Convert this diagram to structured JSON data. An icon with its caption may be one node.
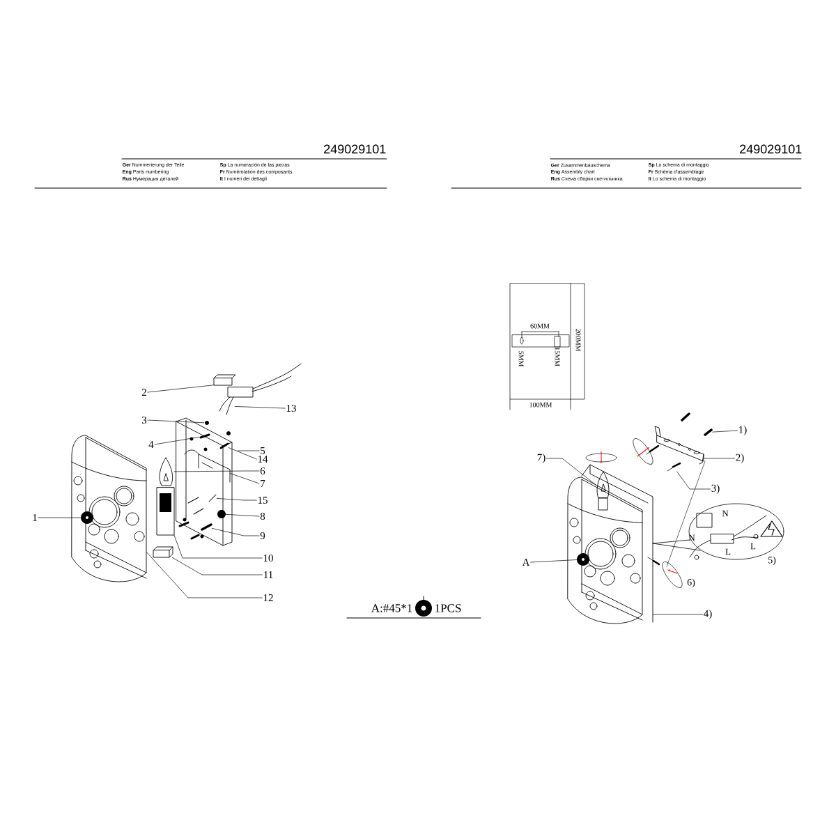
{
  "diagram": {
    "nodes": [
      {
        "text": [
          "1"
        ]
      },
      {
        "text": [
          "2"
        ]
      },
      {
        "text": [
          "3"
        ]
      },
      {
        "text": [
          "4"
        ]
      },
      {
        "text": [
          "5"
        ]
      },
      {
        "text": [
          "6"
        ]
      },
      {
        "text": [
          "7"
        ]
      },
      {
        "text": [
          "8"
        ]
      },
      {
        "text": [
          "9"
        ]
      },
      {
        "text": [
          "10"
        ]
      },
      {
        "text": [
          "11"
        ]
      },
      {
        "text": [
          "12"
        ]
      },
      {
        "text": [
          "13"
        ]
      },
      {
        "text": [
          "14"
        ]
      },
      {
        "text": [
          "15"
        ]
      },
      {
        "text": [
          "1)"
        ]
      },
      {
        "text": [
          "2)"
        ]
      },
      {
        "text": [
          "3)"
        ]
      },
      {
        "text": [
          "4)"
        ]
      },
      {
        "text": [
          "7)"
        ]
      },
      {
        "text": [
          "A"
        ]
      },
      {
        "text": [],
        "shape": "picture"
      },
      {
        "text": [],
        "shape": "picture",
        "in": 21
      },
      {
        "text": [],
        "shape": "picture"
      },
      {
        "text": [],
        "shape": "picture"
      },
      {
        "text": [],
        "shape": "picture"
      },
      {
        "text": [],
        "shape": "picture",
        "in": 25
      },
      {
        "text": [],
        "shape": "picture",
        "in": 25
      },
      {
        "text": [],
        "shape": "picture",
        "in": 25
      },
      {
        "text": [],
        "shape": "picture",
        "in": 25
      },
      {
        "text": [],
        "shape": "picture",
        "in": 25
      },
      {
        "text": [],
        "shape": "picture"
      },
      {
        "text": [],
        "shape": "picture"
      },
      {
        "text": [],
        "shape": "picture"
      },
      {
        "text": [],
        "shape": "picture",
        "in": 25
      },
      {
        "text": [],
        "shape": "picture",
        "in": 25
      },
      {
        "text": [],
        "shape": "picture"
      },
      {
        "text": [],
        "shape": "picture",
        "in": 36
      },
      {
        "text": [],
        "shape": "picture",
        "in": 36
      },
      {
        "text": [],
        "shape": "picture"
      },
      {
        "text": [],
        "shape": "picture"
      },
      {
        "text": [],
        "shape": "picture"
      }
    ],
    "edges": [
      {
        "from": 0,
        "to": 22,
        "arrow": "none"
      },
      {
        "from": 1,
        "to": 23,
        "arrow": "none"
      },
      {
        "from": 2,
        "to": 26,
        "arrow": "none"
      },
      {
        "from": 3,
        "to": 27,
        "arrow": "none"
      },
      {
        "from": 4,
        "to": 25,
        "arrow": "none"
      },
      {
        "from": 5,
        "to": 31,
        "arrow": "none"
      },
      {
        "from": 6,
        "to": 28,
        "arrow": "none"
      },
      {
        "from": 7,
        "to": 29,
        "arrow": "none"
      },
      {
        "from": 8,
        "to": 30,
        "arrow": "none"
      },
      {
        "from": 9,
        "to": 32,
        "arrow": "none"
      },
      {
        "from": 10,
        "to": 33,
        "arrow": "none"
      },
      {
        "from": 11,
        "to": 21,
        "arrow": "none"
      },
      {
        "from": 12,
        "to": 24,
        "arrow": "none"
      },
      {
        "from": 13,
        "to": 34,
        "arrow": "none"
      },
      {
        "from": 14,
        "to": 35,
        "arrow": "none"
      },
      {
        "from": 15,
        "to": 40,
        "arrow": "none"
      },
      {
        "from": 16,
        "to": 39,
        "arrow": "none"
      },
      {
        "from": 17,
        "to": 41,
        "arrow": "none"
      },
      {
        "from": 18,
        "to": 36,
        "arrow": "none"
      },
      {
        "from": 19,
        "to": 38,
        "arrow": "none"
      },
      {
        "from": 20,
        "to": 37,
        "arrow": "none"
      }
    ],
    "labels": [
      "249029101",
      "**Ger** Nummerierung der Teile",
      "**Sp** La numeración de las piezas",
      "**Eng** Parts numbering",
      "**Fr** Numérotation des composants",
      "**Rus** Нумерация деталей",
      "**It** I numeri dei dettagli",
      "249029101",
      "**Ger** Zusammenbauschema",
      "**Sp** Lo schema di montaggio",
      "**Eng** Assembly chart",
      "**Fr** Schéma d'assemblage",
      "**Rus** Схема сборки светильника",
      "**It** Lo schema di montaggio",
      "60MM",
      "5MM",
      "15MM",
      "200MM",
      "100MM",
      "N",
      "N",
      "L",
      "L",
      "5)",
      "6)",
      "A:#45*1",
      "1PCS"
    ]
  }
}
